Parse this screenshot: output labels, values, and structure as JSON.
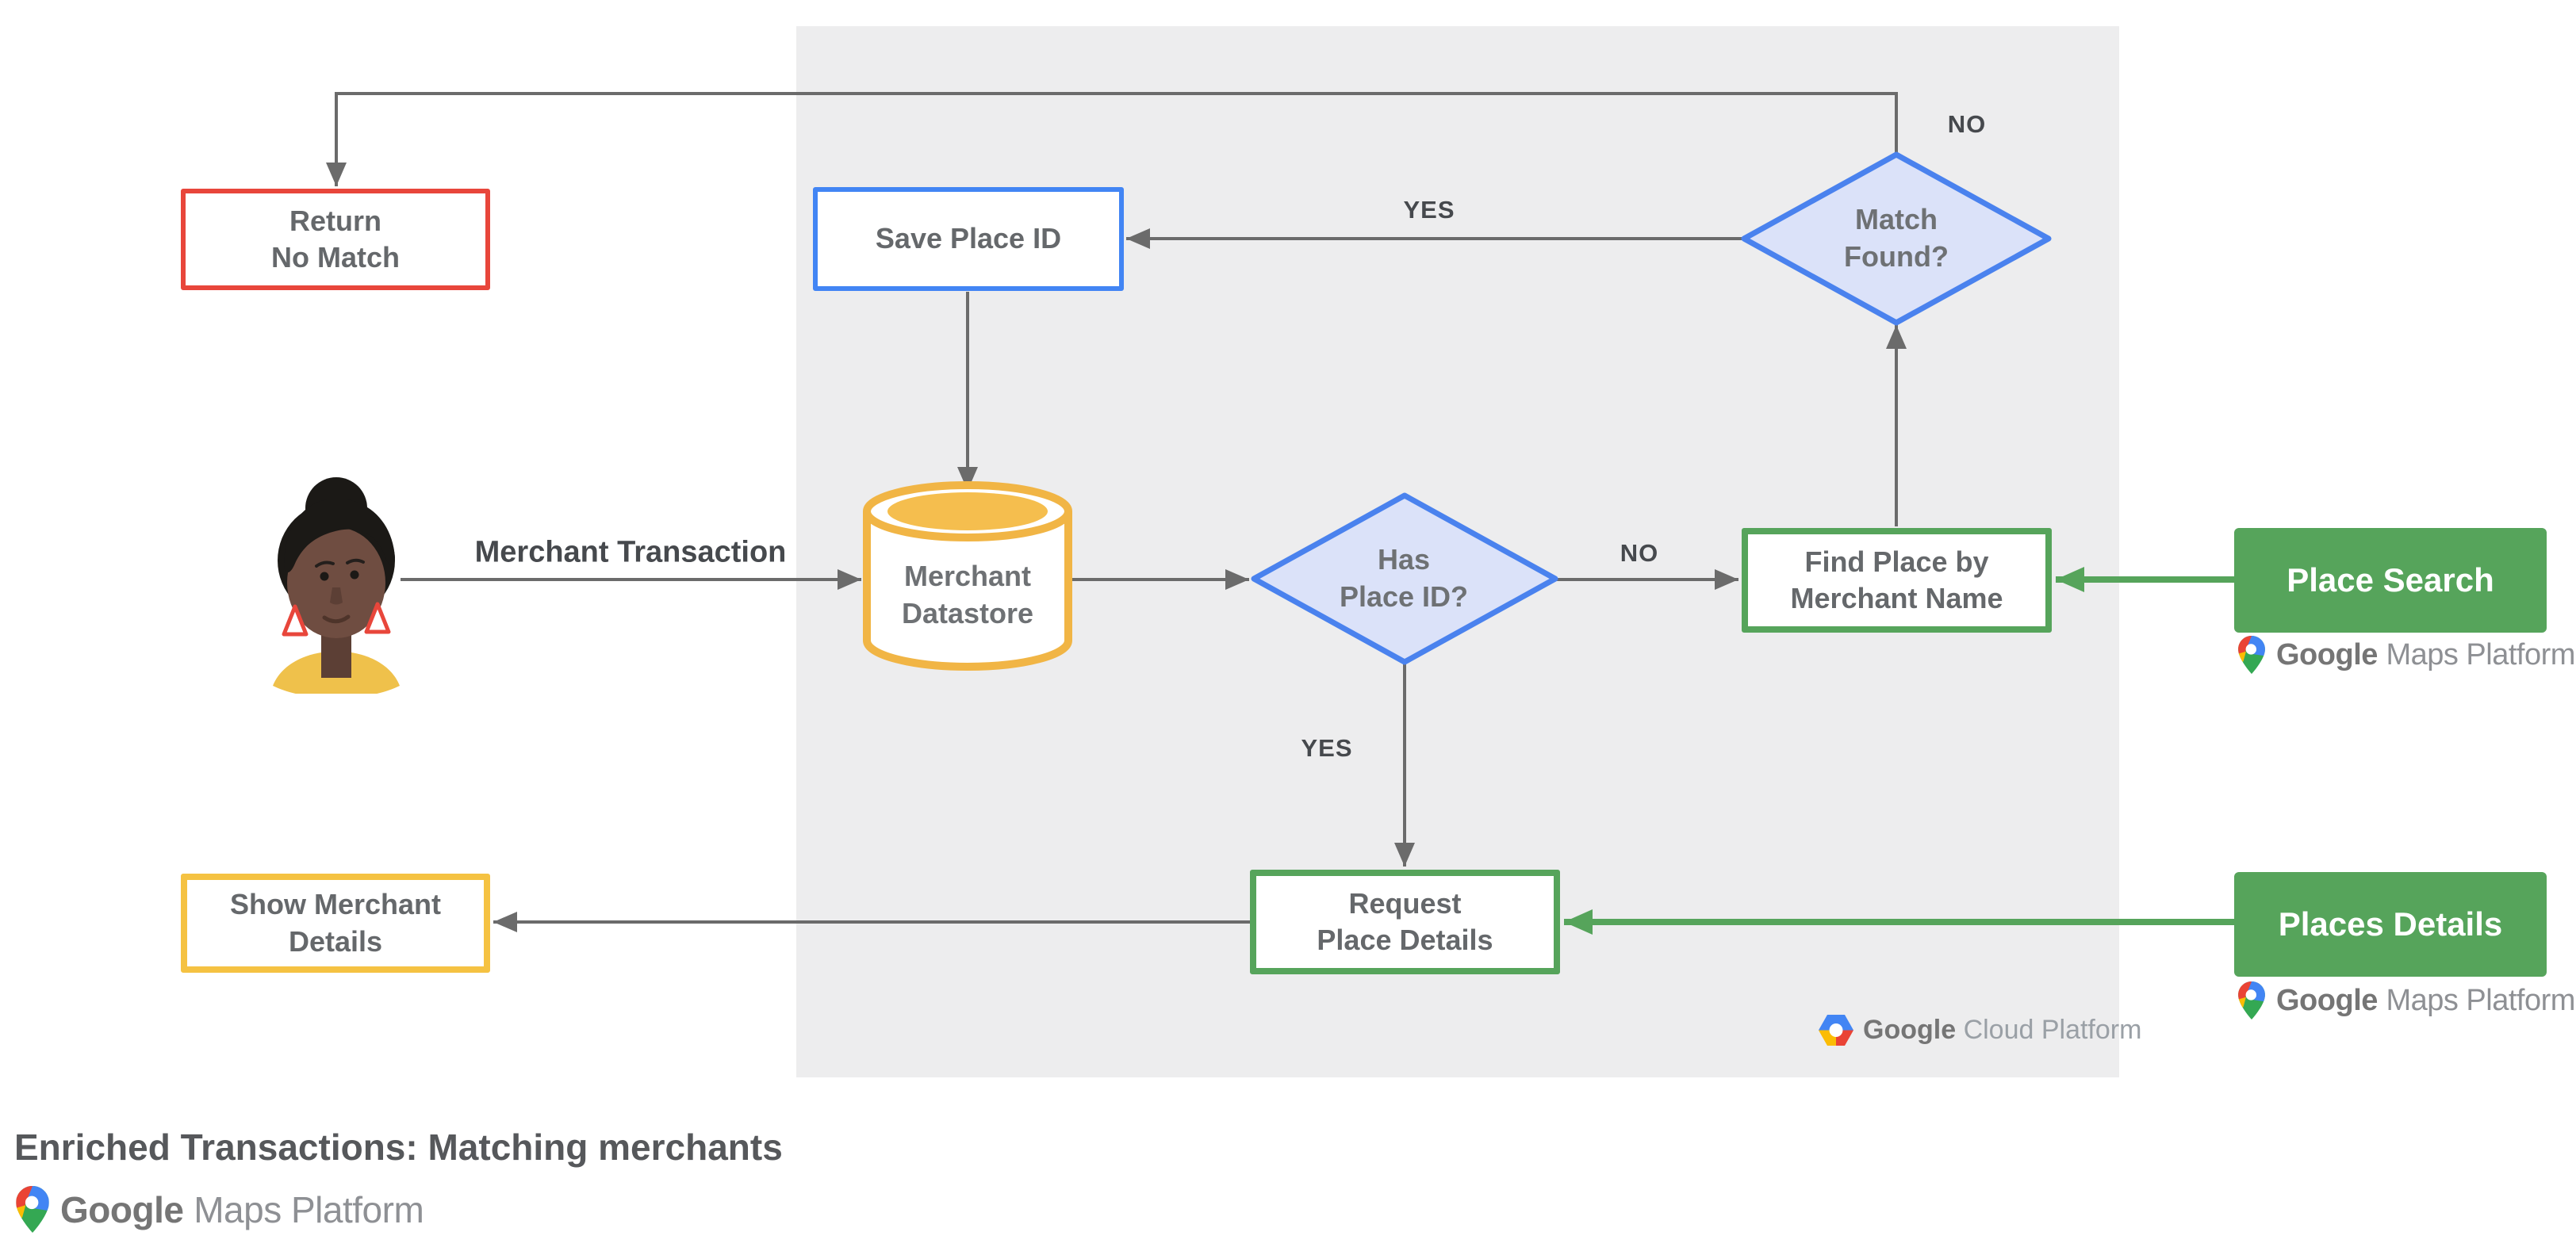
{
  "title": {
    "text": "Enriched Transactions: Matching merchants"
  },
  "actor": {
    "label": "Merchant Transaction"
  },
  "nodes": {
    "return_no_match": "Return\nNo Match",
    "save_place_id": "Save Place ID",
    "match_found": "Match\nFound?",
    "merchant_datastore": "Merchant\nDatastore",
    "has_place_id": "Has\nPlace ID?",
    "find_place_by_merchant_name": "Find Place by\nMerchant Name",
    "request_place_details": "Request\nPlace Details",
    "show_merchant_details": "Show Merchant\nDetails"
  },
  "api_cards": {
    "place_search": "Place Search",
    "places_details": "Places Details"
  },
  "edge_labels": {
    "match_found_no": "NO",
    "match_found_yes": "YES",
    "has_place_id_no": "NO",
    "has_place_id_yes": "YES"
  },
  "logos": {
    "maps_platform": {
      "google": "Google",
      "product": "Maps Platform"
    },
    "cloud_platform": {
      "google": "Google",
      "product": "Cloud Platform"
    }
  },
  "palette": {
    "red": "#E8463B",
    "blue": "#4285F4",
    "diamond_fill": "#DBE2F9",
    "diamond_stroke": "#4A82EE",
    "green": "#56A45B",
    "amber": "#F1B545",
    "amber_light": "#F5C242",
    "line_gray": "#6B6B6B",
    "panel_gray": "#EDEDEE",
    "node_text_gray": "#65686B",
    "title_gray": "#56585B"
  }
}
